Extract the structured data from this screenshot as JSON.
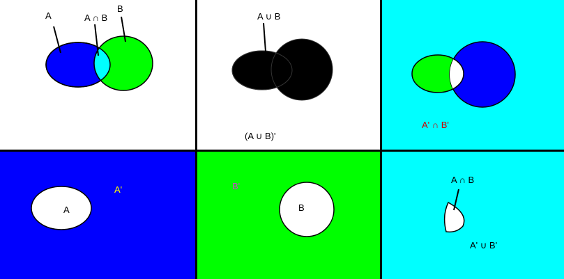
{
  "colors": {
    "white": "#ffffff",
    "blue": "#0000ff",
    "green": "#00ff00",
    "cyan": "#00ffff",
    "black": "#000000",
    "red_label": "#cc0000",
    "yellow_label": "#ffff00",
    "magenta_label": "#cc44cc"
  },
  "panels": [
    {
      "id": "intersection",
      "labels": {
        "a": "A",
        "b": "B",
        "ab": "A ∩ B"
      }
    },
    {
      "id": "union-complement",
      "labels": {
        "union": "A ∪ B",
        "complement": "(A ∪ B)'"
      }
    },
    {
      "id": "a-prime-intersect-b-prime",
      "labels": {
        "caption": "A' ∩ B'"
      }
    },
    {
      "id": "a-complement",
      "labels": {
        "inside": "A",
        "outside": "A'"
      }
    },
    {
      "id": "b-complement",
      "labels": {
        "outside": "B'",
        "inside": "B"
      }
    },
    {
      "id": "complement-union",
      "labels": {
        "lens": "A ∩ B",
        "caption": "A'  ∪ B'"
      }
    }
  ]
}
